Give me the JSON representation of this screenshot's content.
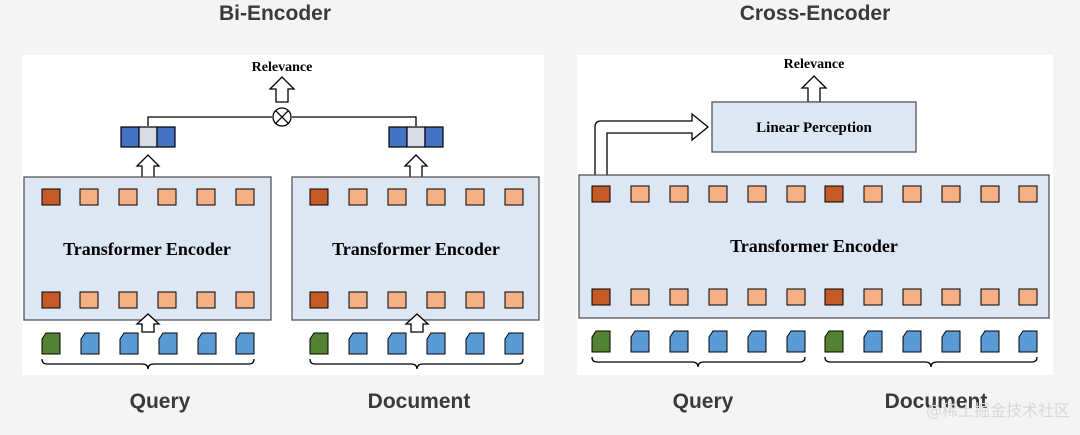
{
  "bi_encoder": {
    "title": "Bi-Encoder",
    "relevance": "Relevance",
    "query_encoder": "Transformer Encoder",
    "document_encoder": "Transformer Encoder",
    "query_label": "Query",
    "document_label": "Document"
  },
  "cross_encoder": {
    "title": "Cross-Encoder",
    "relevance": "Relevance",
    "linear": "Linear Perception",
    "encoder": "Transformer Encoder",
    "query_label": "Query",
    "document_label": "Document"
  },
  "watermark": "@稀土掘金技术社区",
  "colors": {
    "encoder_fill": "#dde6f3",
    "cls_token": "#c65a26",
    "token": "#f4b084",
    "cls_input": "#548235",
    "input_token": "#5b9bd5",
    "vector_dark": "#4472c4",
    "vector_light": "#d6dce5"
  }
}
